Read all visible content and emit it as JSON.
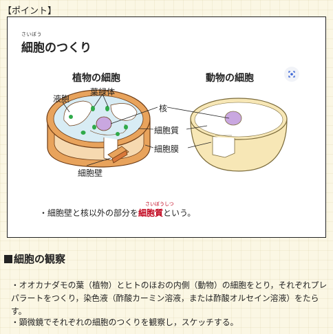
{
  "header": {
    "label": "【ポイント】"
  },
  "title": {
    "ruby": "さいぼう",
    "text": "細胞のつくり"
  },
  "diagram": {
    "plant_heading": "植物の細胞",
    "animal_heading": "動物の細胞",
    "labels": {
      "vacuole": "液胞",
      "chloroplast": "葉緑体",
      "nucleus": "核",
      "cytoplasm": "細胞質",
      "membrane": "細胞膜",
      "wall": "細胞壁"
    }
  },
  "note": {
    "before": "・細胞壁と核以外の部分を",
    "ruby": "さいぼうしつ",
    "emphasis": "細胞質",
    "after": "という。"
  },
  "section": {
    "title": "細胞の観察",
    "bullet1": "・オオカナダモの葉（植物）とヒトのほおの内側（動物）の細胞をとり，それぞれプレパラートをつくり，染色液（酢酸カーミン溶液，または酢酸オルセイン溶液）をたらす。",
    "bullet2": "・顕微鏡でそれぞれの細胞のつくりを観察し，スケッチする。"
  },
  "colors": {
    "emphasis": "#c0001a",
    "wall": "#d9883a",
    "nucleus": "#c9a7e0",
    "chloroplast": "#2faa4a"
  }
}
